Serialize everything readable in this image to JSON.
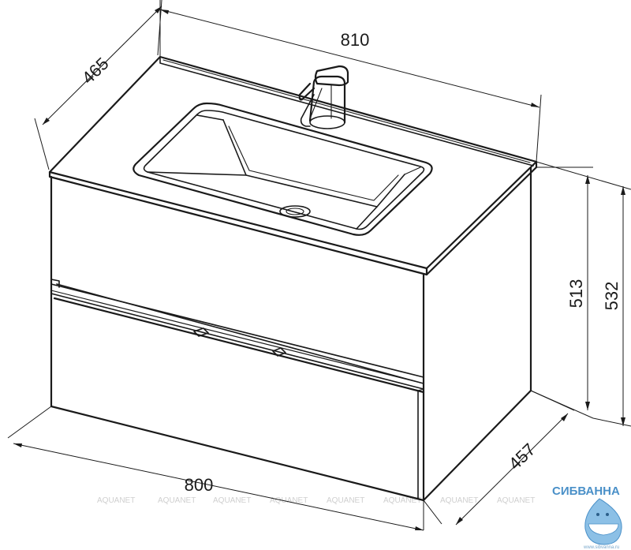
{
  "dimensions": {
    "top_depth": "465",
    "top_width": "810",
    "cabinet_height": "513",
    "total_height": "532",
    "cabinet_depth": "457",
    "cabinet_width": "800"
  },
  "watermark": {
    "text": "AQUANET"
  },
  "brand": {
    "name": "СИБВАННА",
    "url": "www.sibvanna.ru",
    "color": "#4a90c8"
  }
}
